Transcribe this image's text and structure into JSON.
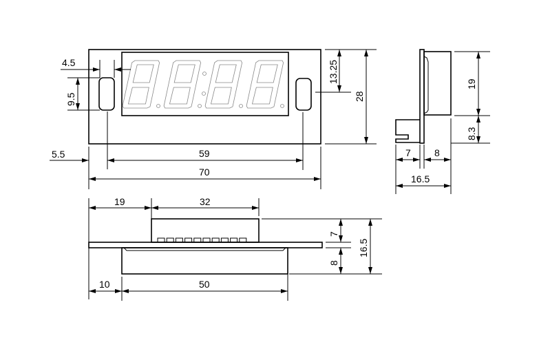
{
  "front_view": {
    "dims": {
      "window_offset": "4.5",
      "slot_height": "9.5",
      "slot_edge_offset": "5.5",
      "slot_spacing": "59",
      "overall_width": "70",
      "slot_center_height": "13.25",
      "overall_height": "28"
    }
  },
  "side_view": {
    "dims": {
      "body_height": "19",
      "connector_height": "8.3",
      "connector_depth": "7",
      "body_depth": "8",
      "overall_depth": "16.5"
    }
  },
  "bottom_view": {
    "dims": {
      "top_body_offset": "19",
      "top_body_width": "32",
      "top_height": "7",
      "bottom_height": "8",
      "total_height": "16.5",
      "bottom_body_offset": "10",
      "bottom_body_width": "50"
    }
  }
}
